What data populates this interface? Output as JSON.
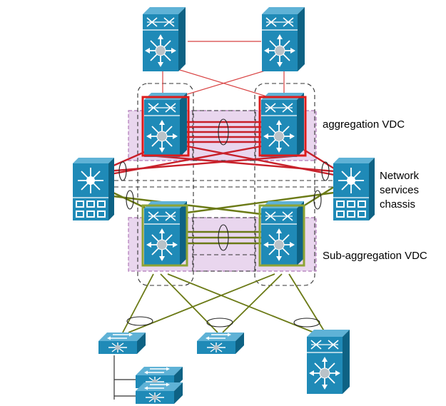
{
  "labels": {
    "aggregation": "aggregation VDC",
    "network_services": [
      "Network",
      "services",
      "chassis"
    ],
    "sub_aggregation": "Sub-aggregation VDC"
  },
  "colors": {
    "switch_blue": "#1f8ab7",
    "switch_dark": "#0f6a91",
    "red_links": "#c8202a",
    "thin_red": "#d84040",
    "green_links": "#6b7a16",
    "vdc_fill": "#e9d6ee",
    "vdc_border": "#b07ab8",
    "aggregation_outline": "#dd1c1c",
    "sub_aggregation_outline": "#8ea434",
    "dashed_boxes": "#333333"
  },
  "icons": {
    "core_switch": "nexus-7000-icon",
    "agg_switch": "nexus-7000-vdc-icon",
    "services_chassis": "catalyst-6500-services-chassis-icon",
    "access_switch": "workgroup-switch-icon"
  }
}
